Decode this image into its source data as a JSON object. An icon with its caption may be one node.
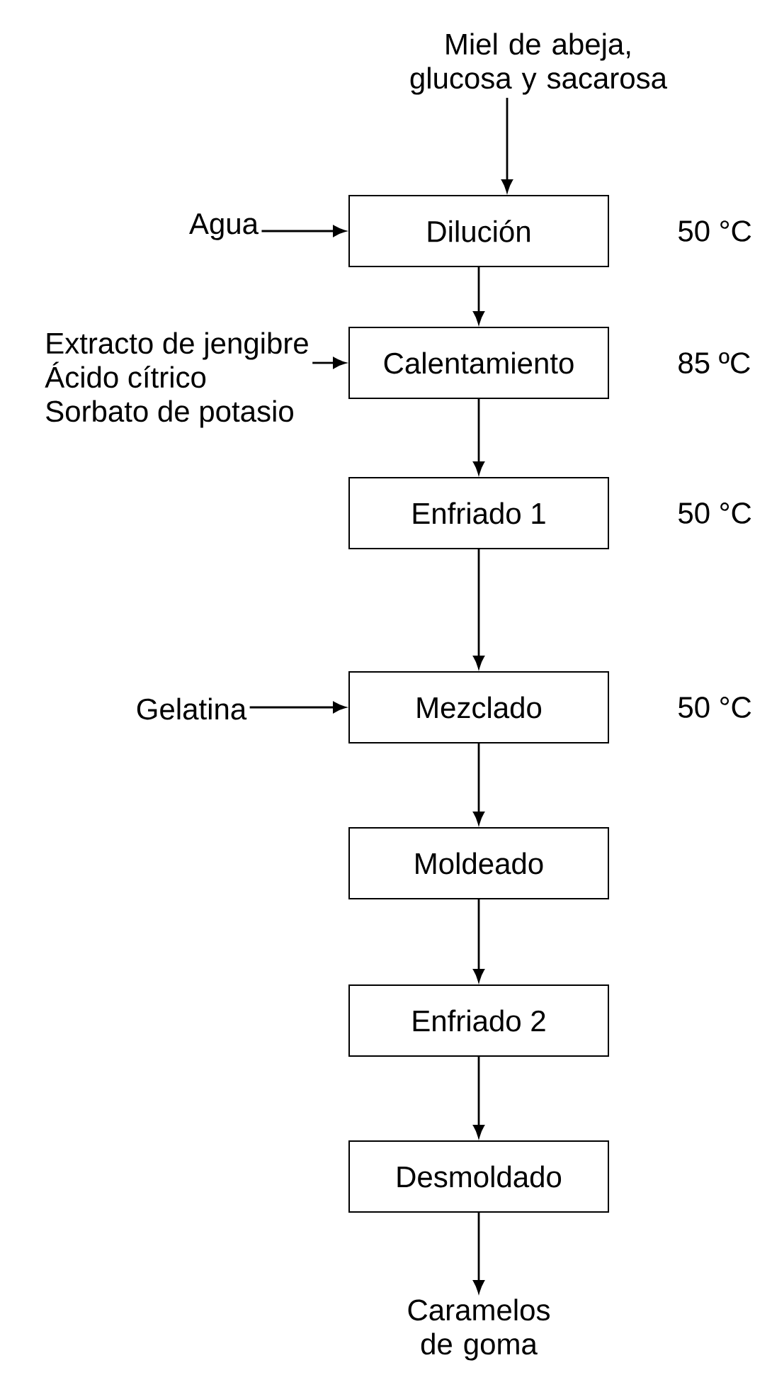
{
  "diagram": {
    "nodes": [
      {
        "text": [
          "Miel de abeja, glucosa y sacarosa"
        ]
      },
      {
        "text": [
          "Dilución"
        ],
        "beside": [
          "50 °C"
        ]
      },
      {
        "text": [
          "Calentamiento"
        ],
        "beside": [
          "85 ºC"
        ]
      },
      {
        "text": [
          "Enfriado 1"
        ],
        "beside": [
          "50 °C"
        ]
      },
      {
        "text": [
          "Mezclado"
        ],
        "beside": [
          "50 °C"
        ]
      },
      {
        "text": [
          "Moldeado"
        ]
      },
      {
        "text": [
          "Enfriado 2"
        ]
      },
      {
        "text": [
          "Desmoldado"
        ]
      },
      {
        "text": [
          "Caramelos de goma"
        ]
      },
      {
        "text": [
          "Agua"
        ]
      },
      {
        "text": [
          "Extracto de jengibre",
          "Ácido cítrico",
          "Sorbato de potasio"
        ]
      },
      {
        "text": [
          "Gelatina"
        ]
      }
    ],
    "edges": [
      {
        "from": 0,
        "to": 1,
        "arrow": "to"
      },
      {
        "from": 1,
        "to": 2,
        "arrow": "to"
      },
      {
        "from": 2,
        "to": 3,
        "arrow": "to"
      },
      {
        "from": 3,
        "to": 4,
        "arrow": "to"
      },
      {
        "from": 4,
        "to": 5,
        "arrow": "to"
      },
      {
        "from": 5,
        "to": 6,
        "arrow": "to"
      },
      {
        "from": 6,
        "to": 7,
        "arrow": "to"
      },
      {
        "from": 7,
        "to": 8,
        "arrow": "to"
      },
      {
        "from": 9,
        "to": 1,
        "arrow": "to"
      },
      {
        "from": 10,
        "to": 2,
        "arrow": "to"
      },
      {
        "from": 11,
        "to": 4,
        "arrow": "to"
      }
    ]
  }
}
